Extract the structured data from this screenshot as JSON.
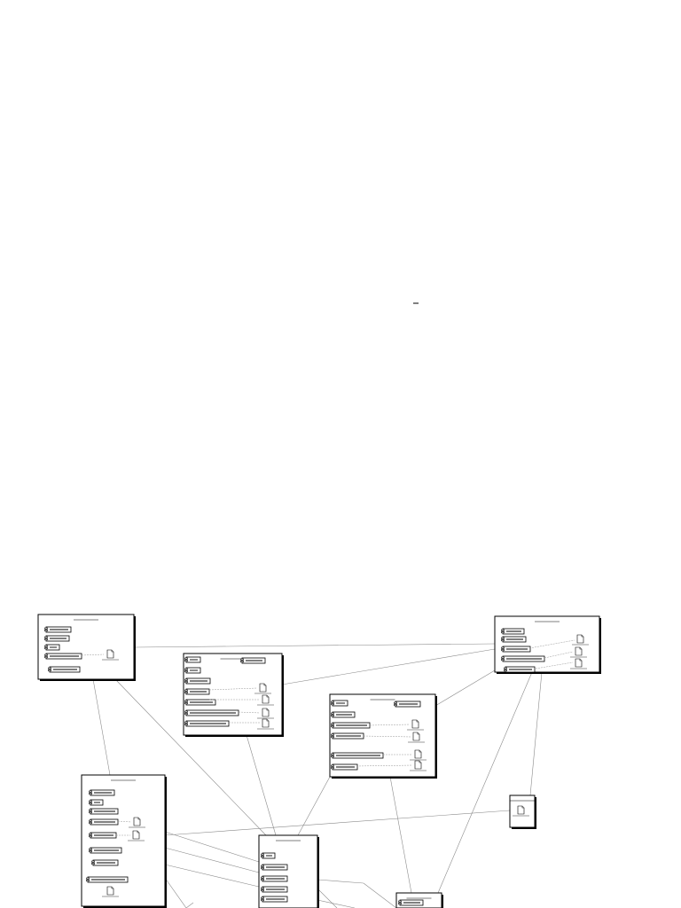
{
  "diagram": {
    "stray_label": "",
    "nodes": [
      {
        "id": "n1",
        "title": "",
        "components": [
          "",
          "",
          "",
          ""
        ],
        "artifacts": [
          ""
        ]
      },
      {
        "id": "n2",
        "title": "",
        "components": [
          "",
          "",
          "",
          "",
          "",
          ""
        ],
        "artifacts": [
          "",
          "",
          ""
        ]
      },
      {
        "id": "n3",
        "title": "",
        "components": [
          "",
          "",
          "",
          "",
          ""
        ],
        "artifacts": [
          "",
          "",
          "",
          ""
        ]
      },
      {
        "id": "n4",
        "title": "",
        "components": [
          "",
          "",
          "",
          "",
          ""
        ],
        "artifacts": [
          "",
          "",
          ""
        ]
      },
      {
        "id": "n5",
        "title": "",
        "components": [],
        "artifacts": [
          ""
        ]
      },
      {
        "id": "n6",
        "title": "",
        "components": [
          "",
          "",
          "",
          "",
          "",
          "",
          "",
          ""
        ],
        "artifacts": [
          "",
          "",
          ""
        ]
      },
      {
        "id": "n7",
        "title": "",
        "components": [
          "",
          "",
          "",
          "",
          ""
        ],
        "artifacts": []
      },
      {
        "id": "n8",
        "title": "",
        "components": [
          ""
        ],
        "artifacts": []
      }
    ]
  }
}
